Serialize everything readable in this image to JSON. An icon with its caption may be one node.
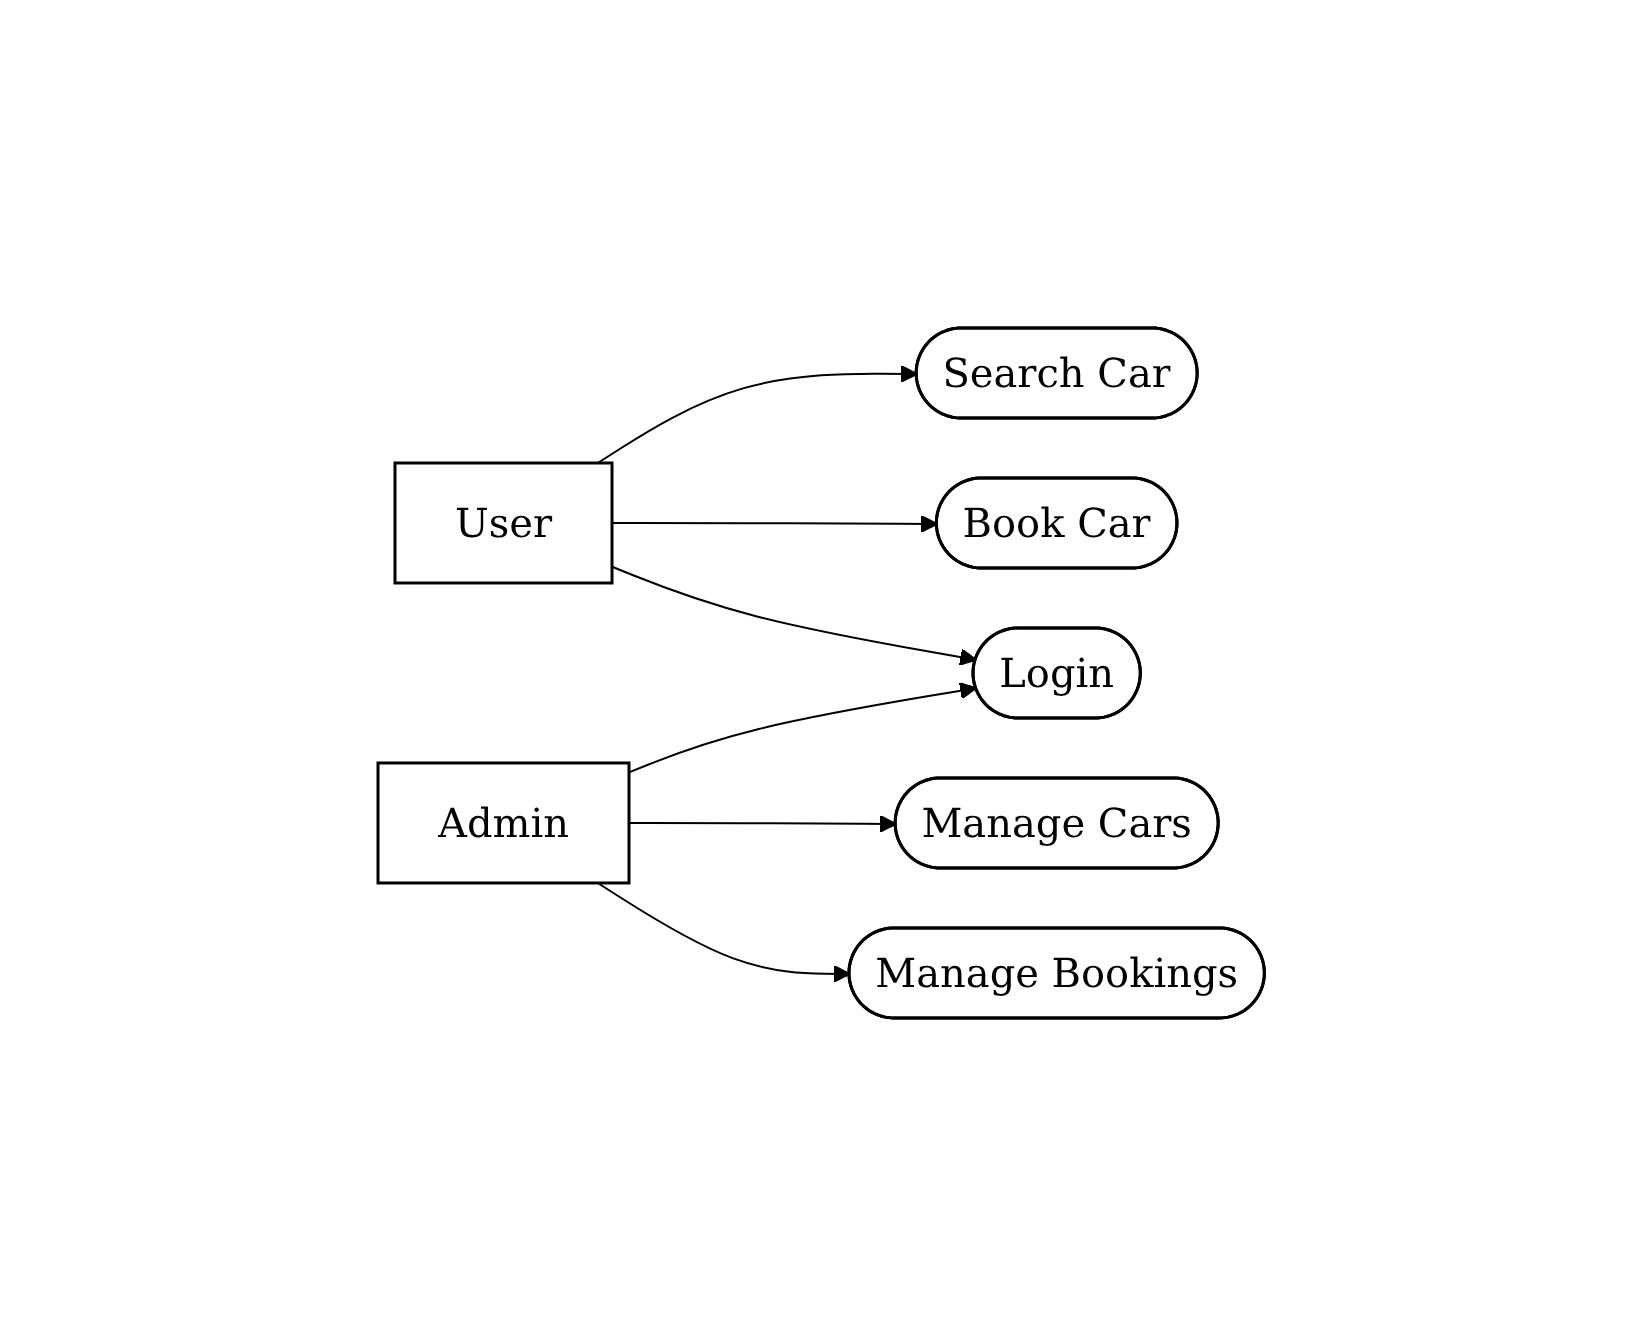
{
  "diagram": {
    "nodes": [
      {
        "text": [
          "User"
        ]
      },
      {
        "text": [
          "Admin"
        ]
      },
      {
        "text": [
          "Search Car"
        ]
      },
      {
        "text": [
          "Book Car"
        ]
      },
      {
        "text": [
          "Login"
        ]
      },
      {
        "text": [
          "Manage Cars"
        ]
      },
      {
        "text": [
          "Manage Bookings"
        ]
      }
    ],
    "edges": [
      {
        "from": 0,
        "to": 2,
        "arrow": "to"
      },
      {
        "from": 0,
        "to": 3,
        "arrow": "to"
      },
      {
        "from": 0,
        "to": 4,
        "arrow": "to"
      },
      {
        "from": 1,
        "to": 4,
        "arrow": "to"
      },
      {
        "from": 1,
        "to": 5,
        "arrow": "to"
      },
      {
        "from": 1,
        "to": 6,
        "arrow": "to"
      }
    ]
  }
}
